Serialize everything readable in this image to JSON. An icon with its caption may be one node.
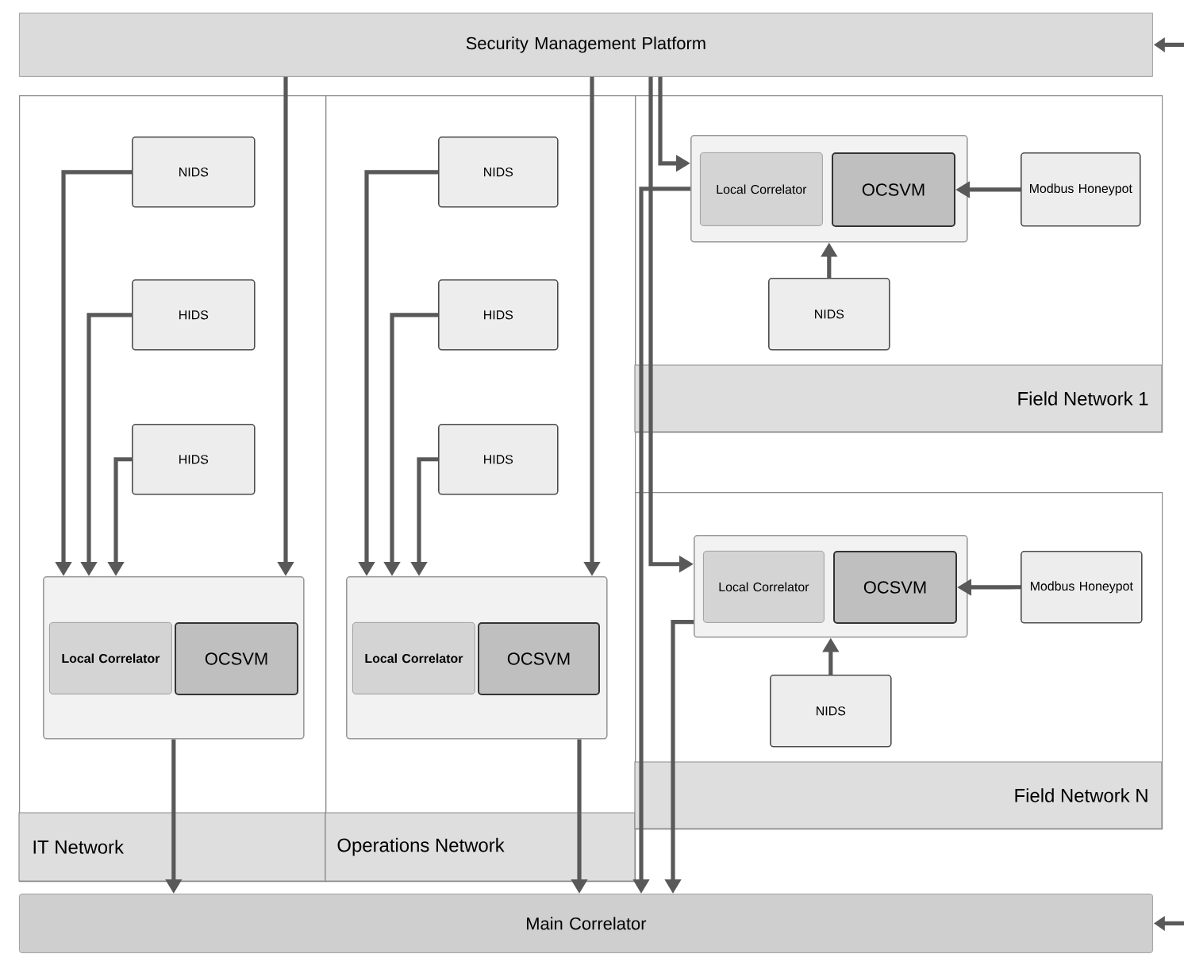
{
  "diagram": {
    "nodes": [
      {
        "text": [
          "Security Management Platform"
        ]
      },
      {
        "text": [
          "IT Network"
        ]
      },
      {
        "text": [
          "NIDS"
        ],
        "in": 1
      },
      {
        "text": [
          "HIDS"
        ],
        "in": 1
      },
      {
        "text": [
          "HIDS"
        ],
        "in": 1
      },
      {
        "text": [],
        "shape": "box",
        "in": 1
      },
      {
        "text": [
          "Local Correlator"
        ],
        "in": 5
      },
      {
        "text": [
          "OCSVM"
        ],
        "in": 5
      },
      {
        "text": [
          "Operations Network"
        ]
      },
      {
        "text": [
          "NIDS"
        ],
        "in": 8
      },
      {
        "text": [
          "HIDS"
        ],
        "in": 8
      },
      {
        "text": [
          "HIDS"
        ],
        "in": 8
      },
      {
        "text": [],
        "shape": "box",
        "in": 8
      },
      {
        "text": [
          "Local Correlator"
        ],
        "in": 12
      },
      {
        "text": [
          "OCSVM"
        ],
        "in": 12
      },
      {
        "text": [
          "Field Network 1"
        ]
      },
      {
        "text": [],
        "shape": "box",
        "in": 15
      },
      {
        "text": [
          "Local Correlator"
        ],
        "in": 16
      },
      {
        "text": [
          "OCSVM"
        ],
        "in": 16
      },
      {
        "text": [
          "Modbus Honeypot"
        ],
        "in": 15
      },
      {
        "text": [
          "NIDS"
        ],
        "in": 15
      },
      {
        "text": [
          "Field Network N"
        ]
      },
      {
        "text": [],
        "shape": "box",
        "in": 21
      },
      {
        "text": [
          "Local Correlator"
        ],
        "in": 22
      },
      {
        "text": [
          "OCSVM"
        ],
        "in": 22
      },
      {
        "text": [
          "Modbus Honeypot"
        ],
        "in": 21
      },
      {
        "text": [
          "NIDS"
        ],
        "in": 21
      },
      {
        "text": [
          "Main Correlator"
        ]
      }
    ],
    "edges": [
      {
        "from": 2,
        "to": 5,
        "arrow": "to"
      },
      {
        "from": 3,
        "to": 5,
        "arrow": "to"
      },
      {
        "from": 4,
        "to": 5,
        "arrow": "to"
      },
      {
        "from": 0,
        "to": 5,
        "arrow": "to"
      },
      {
        "from": 9,
        "to": 12,
        "arrow": "to"
      },
      {
        "from": 10,
        "to": 12,
        "arrow": "to"
      },
      {
        "from": 11,
        "to": 12,
        "arrow": "to"
      },
      {
        "from": 0,
        "to": 12,
        "arrow": "to"
      },
      {
        "from": 0,
        "to": 16,
        "arrow": "to"
      },
      {
        "from": 19,
        "to": 18,
        "arrow": "to"
      },
      {
        "from": 20,
        "to": 16,
        "arrow": "to"
      },
      {
        "from": 0,
        "to": 22,
        "arrow": "to"
      },
      {
        "from": 25,
        "to": 24,
        "arrow": "to"
      },
      {
        "from": 26,
        "to": 22,
        "arrow": "to"
      },
      {
        "from": 5,
        "to": 27,
        "arrow": "to"
      },
      {
        "from": 12,
        "to": 27,
        "arrow": "to"
      },
      {
        "from": 16,
        "to": 27,
        "arrow": "to"
      },
      {
        "from": 22,
        "to": 27,
        "arrow": "to"
      },
      {
        "from": null,
        "to": 0,
        "arrow": "to"
      },
      {
        "from": null,
        "to": 27,
        "arrow": "to"
      }
    ]
  }
}
